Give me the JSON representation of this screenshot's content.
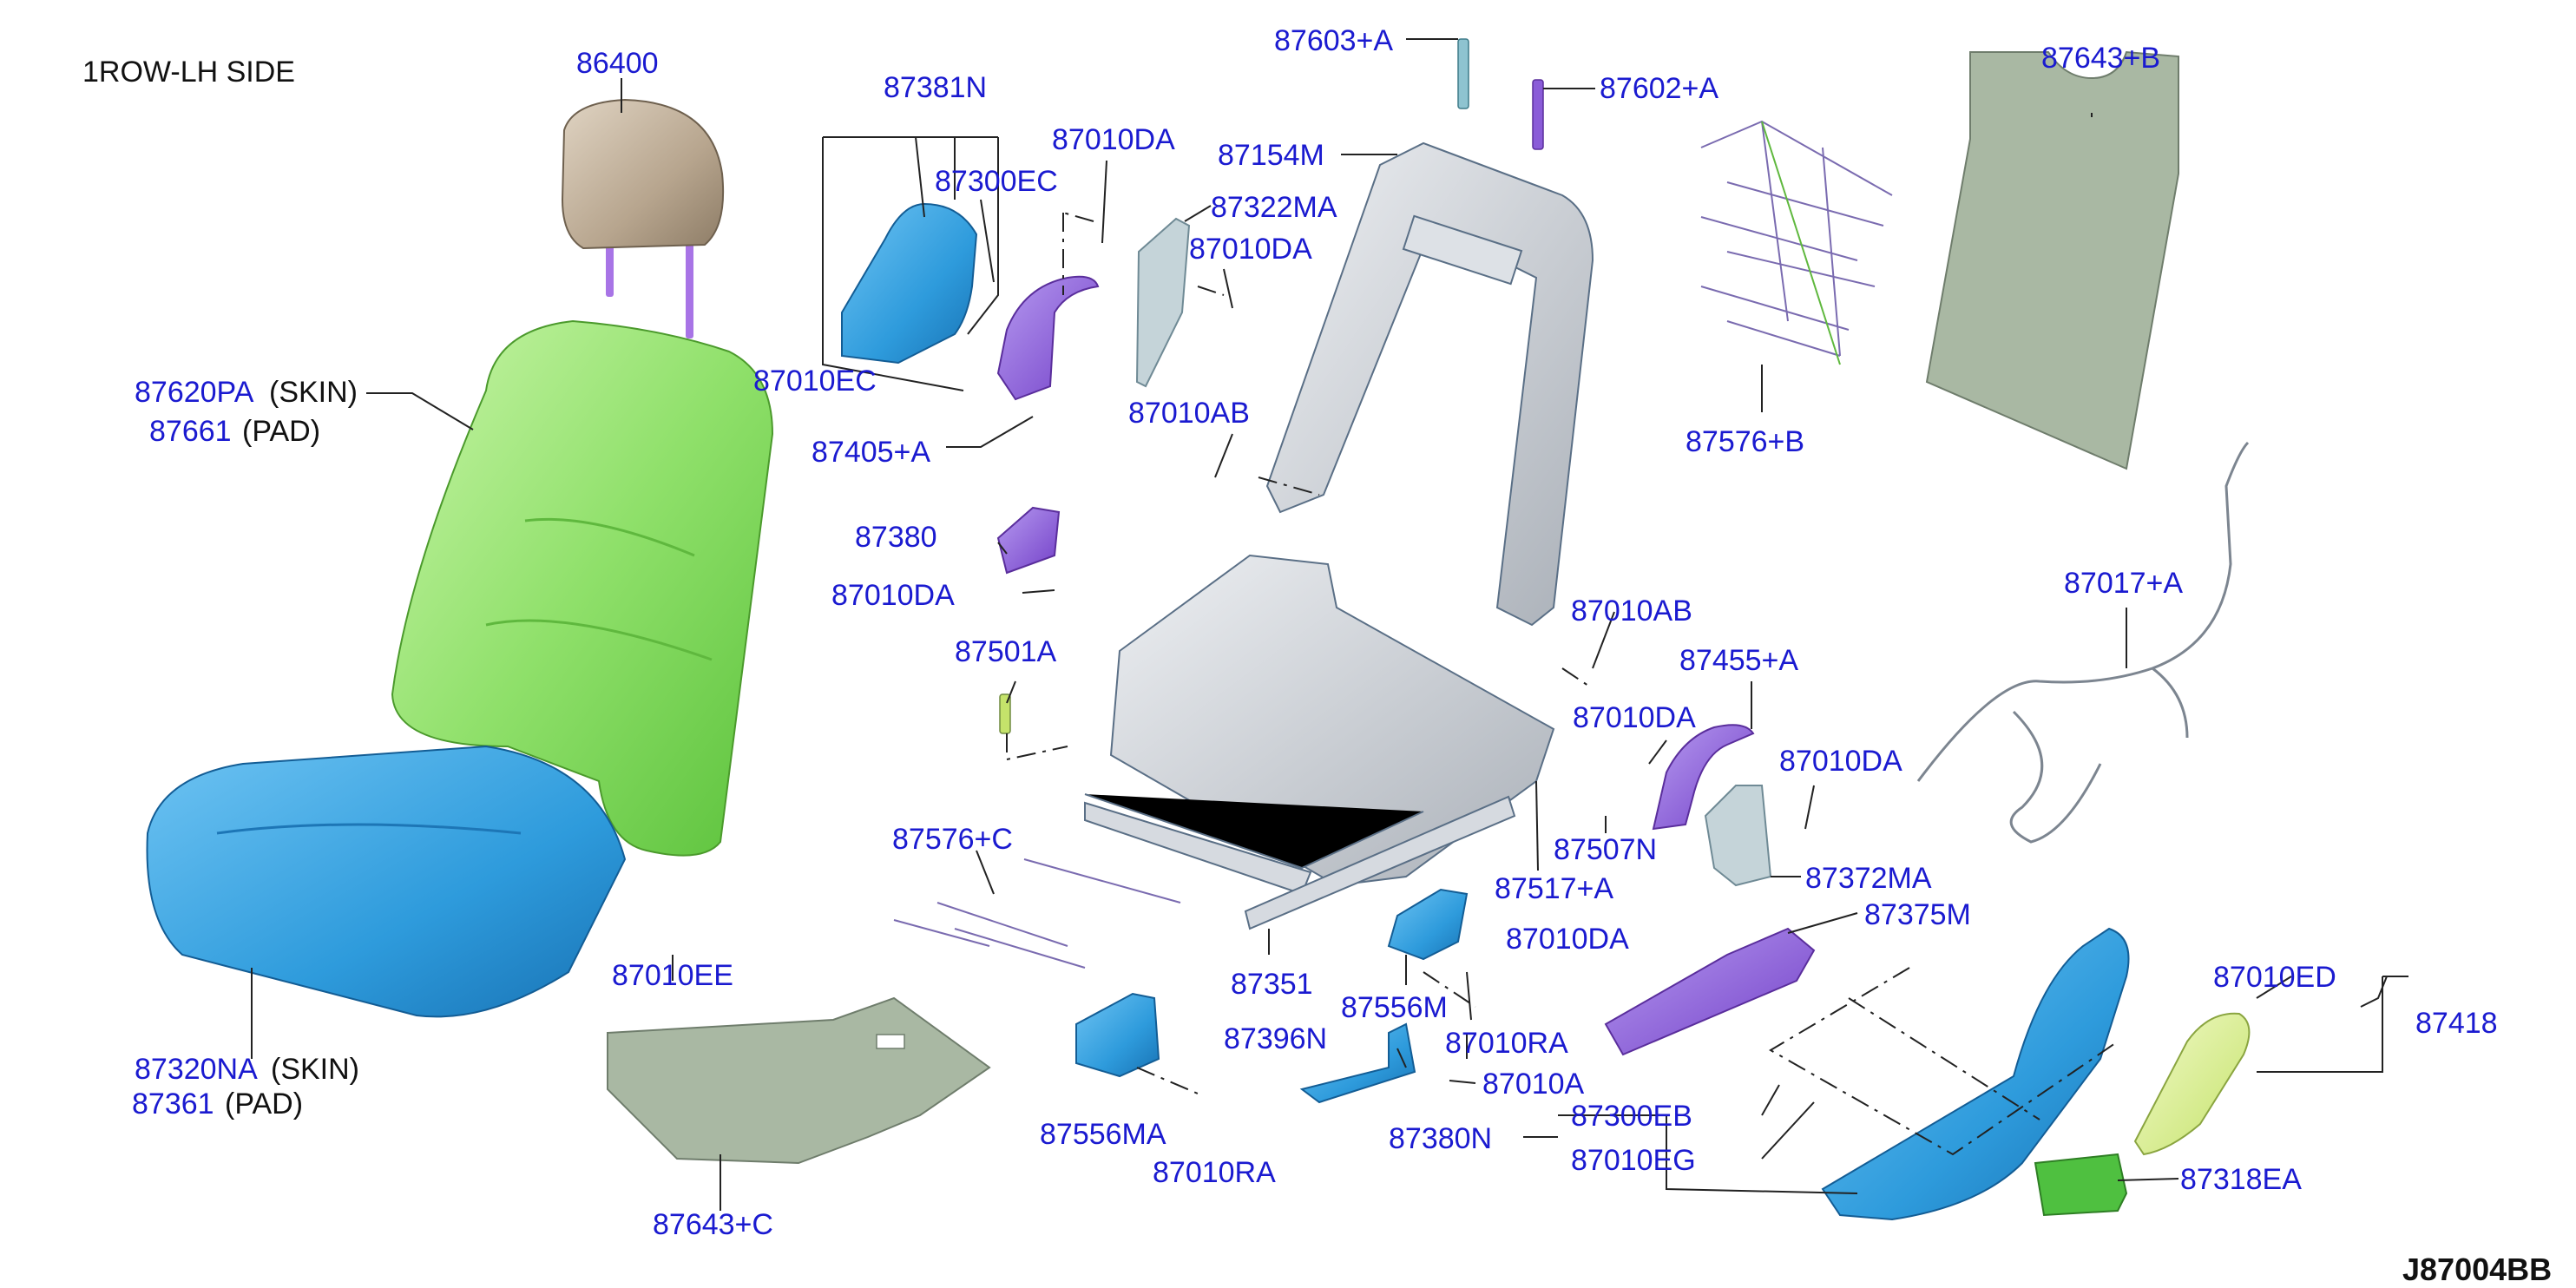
{
  "header": {
    "title": "1ROW-LH SIDE"
  },
  "footer": {
    "diagram_id": "J87004BB"
  },
  "colors": {
    "label": "#1a1ad0",
    "cushion_skin": "#2e9bdc",
    "seatback_skin": "#8fe06a",
    "frame": "#c8ccd2",
    "purple_parts": "#8a5cd8",
    "headrest": "#b7a58e",
    "mat": "#a9b8a3"
  },
  "labels": {
    "headrest": "86400",
    "back_skin": "87620PA",
    "skin_note": "(SKIN)",
    "back_pad": "87661",
    "pad_note": "(PAD)",
    "cushion_skin": "87320NA",
    "cushion_pad": "87361",
    "clip_ee": "87010EE",
    "mat_c": "87643+C",
    "cover_n": "87381N",
    "clip_ec_top": "87300EC",
    "clip_ec": "87010EC",
    "bracket_405": "87405+A",
    "clip_da_1": "87010DA",
    "clip_da_2": "87010DA",
    "clip_da_3": "87010DA",
    "clip_da_4": "87010DA",
    "clip_da_5": "87010DA",
    "clip_da_6": "87010DA",
    "trim_322": "87322MA",
    "clip_ab_1": "87010AB",
    "clip_ab_2": "87010AB",
    "part_380": "87380",
    "part_501": "87501A",
    "guide_603": "87603+A",
    "guide_602": "87602+A",
    "frame_back": "87154M",
    "spring_b": "87576+B",
    "mat_b": "87643+B",
    "harness": "87017+A",
    "bracket_455": "87455+A",
    "part_507": "87507N",
    "part_517": "87517+A",
    "trim_372": "87372MA",
    "cover_375": "87375M",
    "spring_c": "87576+C",
    "frame_seat": "87351",
    "bracket_556": "87556M",
    "bracket_556ma": "87556MA",
    "clip_ra_1": "87010RA",
    "clip_ra_2": "87010RA",
    "part_396": "87396N",
    "clip_a": "87010A",
    "finisher_380n": "87380N",
    "clip_eb": "87300EB",
    "clip_eg": "87010EG",
    "clip_ed": "87010ED",
    "knob_418": "87418",
    "cover_318": "87318EA"
  }
}
